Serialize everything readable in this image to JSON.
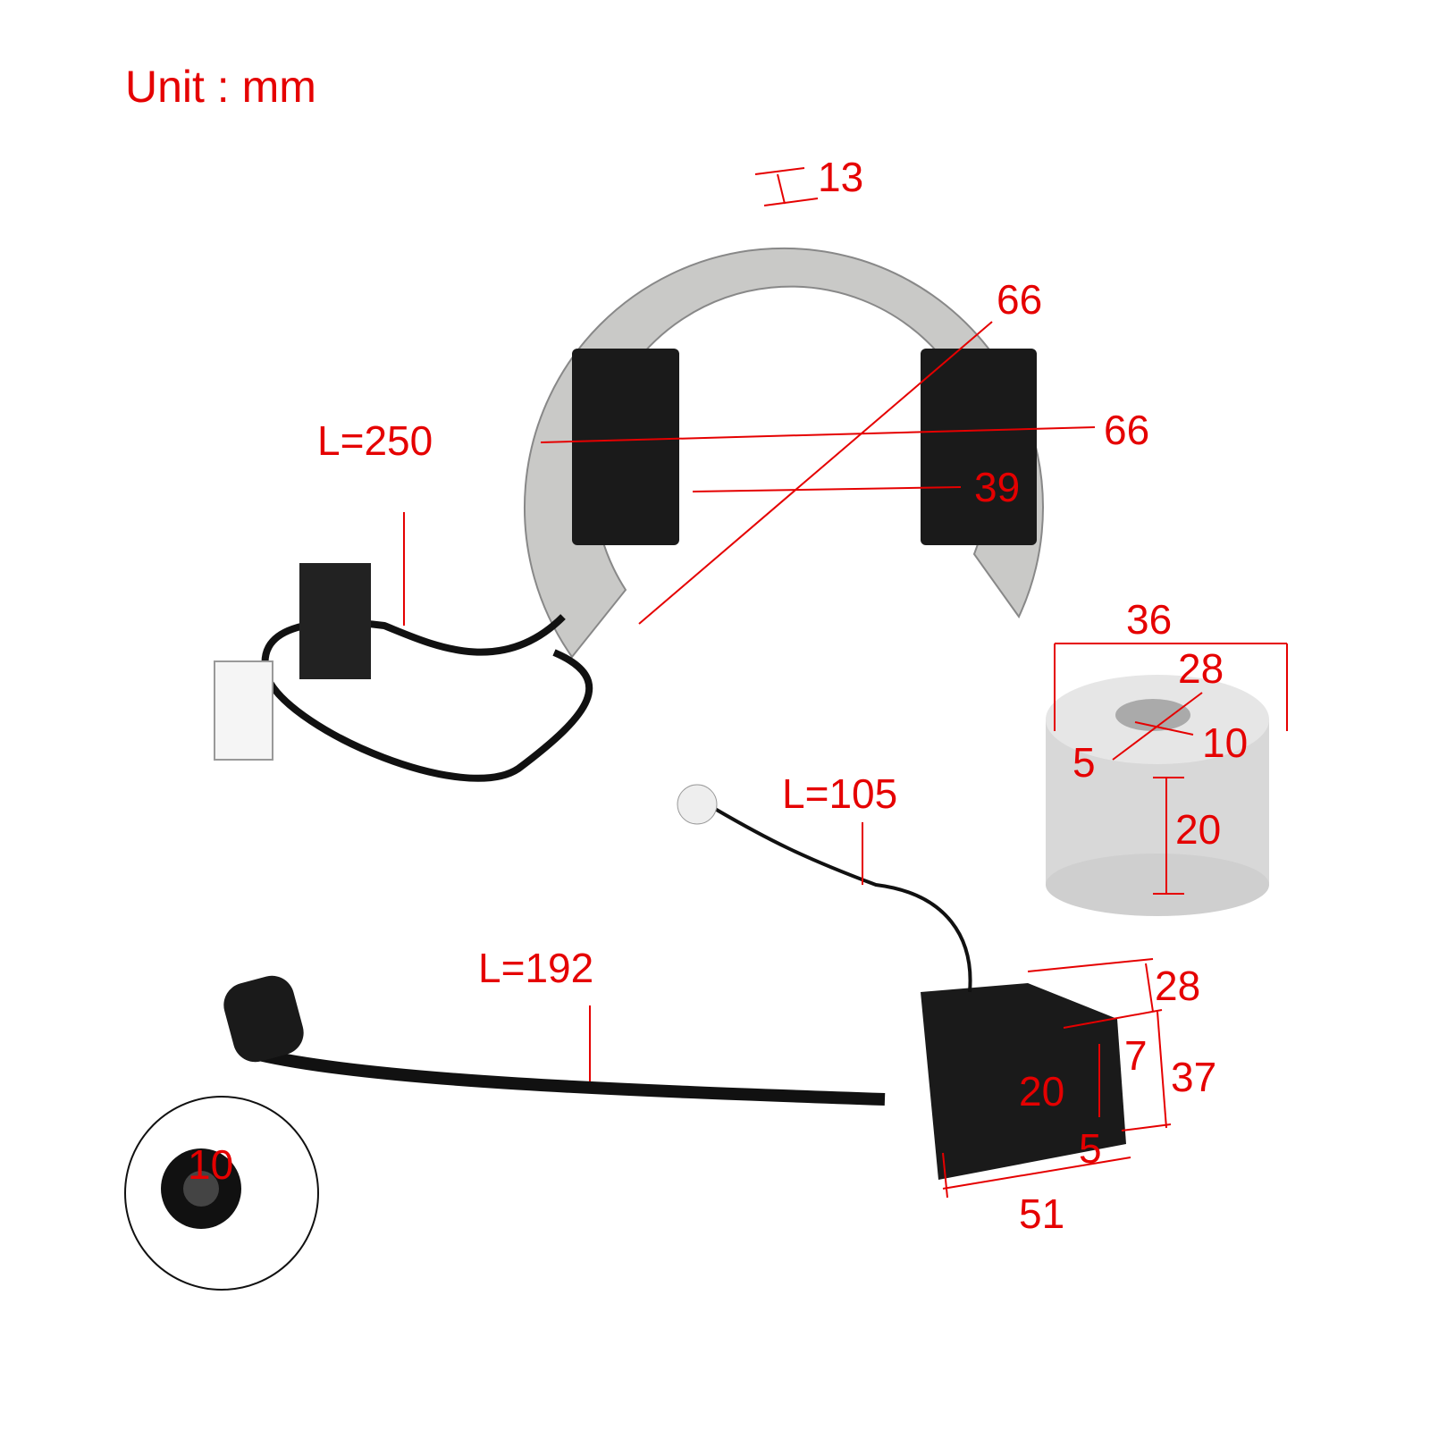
{
  "unit_label": "Unit : mm",
  "colors": {
    "annotation": "#e50000",
    "metal": "#c9c9c7",
    "plastic": "#1a1a1a"
  },
  "stator": {
    "thickness": "13",
    "diagonal": "66",
    "width": "66",
    "coil_gap": "39",
    "wire_length": "L=250"
  },
  "flywheel_hub": {
    "outer_diameter": "36",
    "bolt_spacing": "28",
    "bore": "10",
    "bolt_hole": "5",
    "height": "20"
  },
  "ignition_coil": {
    "ground_wire": "L=105",
    "hv_lead": "L=192",
    "depth": "28",
    "height": "37",
    "hole_dia": "7",
    "hole_spacing": "20",
    "slot_width": "5",
    "length": "51"
  },
  "spark_boot": {
    "inner_diameter": "10"
  }
}
